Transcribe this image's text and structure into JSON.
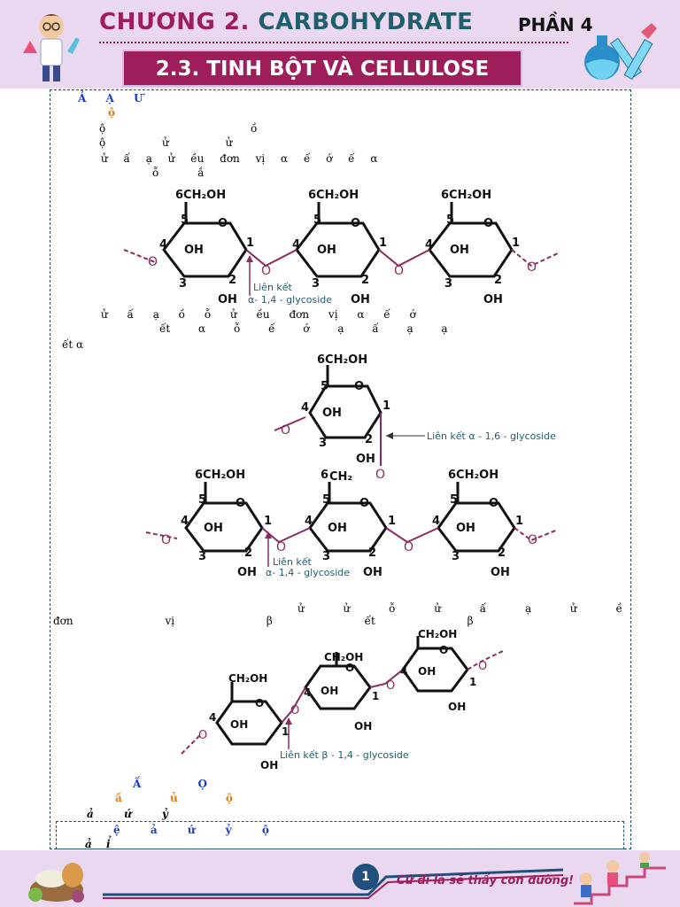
{
  "header": {
    "chapter_part1": "CHƯƠNG 2.",
    "chapter_part2": "CARBOHYDRATE",
    "part": "PHẦN 4",
    "section_title": "2.3. TINH BỘT VÀ CELLULOSE"
  },
  "body_lines": [
    "Ả Ạ Ư",
    "ộ",
    "ộ ồ",
    "ộ ử ử",
    "ử ấ ạ ử ều đơn vị α ế ớ ế α",
    "ỗ ắ",
    "ử ấ ạ ồ ỗ ử ều đơn vị α ế ớ",
    "ết α ỗ ế ớ ạ ấ ạ ạ",
    "ết α",
    "ử ử ỗ ử ấ ạ ử ề",
    "đơn vị β ết β",
    "Ấ Ọ",
    "ấ ủ ộ",
    "ả ứ ỷ",
    "ệ ả ứ ỷ ộ",
    "ả ỉ"
  ],
  "diagrams": {
    "amylose": {
      "units": [
        {
          "c6": "6",
          "ch2oh": "CH₂OH",
          "c5": "5",
          "ring_o": "O",
          "c4": "4",
          "c1": "1",
          "oh3": "OH",
          "c3": "3",
          "c2": "2",
          "oh2": "OH"
        },
        {
          "c6": "6",
          "ch2oh": "CH₂OH",
          "c5": "5",
          "ring_o": "O",
          "c4": "4",
          "c1": "1",
          "oh3": "OH",
          "c3": "3",
          "c2": "2",
          "oh2": "OH"
        },
        {
          "c6": "6",
          "ch2oh": "CH₂OH",
          "c5": "5",
          "ring_o": "O",
          "c4": "4",
          "c1": "1",
          "oh3": "OH",
          "c3": "3",
          "c2": "2",
          "oh2": "OH"
        }
      ],
      "link_label_1": "Liên kết",
      "link_label_2": "α- 1,4 - glycoside",
      "bridge_o": "O"
    },
    "amylopectin": {
      "branch_link": "Liên kết α - 1,6 - glycoside",
      "link_label_1": "Liên kết",
      "link_label_2": "α- 1,4 - glycoside",
      "ch2_label": "CH₂",
      "bridge_o": "O"
    },
    "cellulose": {
      "link_label": "Liên kết β - 1,4 - glycoside",
      "ch2oh": "CH₂OH",
      "bridge_o": "O"
    }
  },
  "footer": {
    "page_number": "1",
    "slogan": "Cứ đi là sẽ thấy con đường!"
  },
  "colors": {
    "brand": "#9e1e5c",
    "teal": "#1f5f6b",
    "band": "#ead8f0",
    "bond": "#8b2a5f"
  }
}
